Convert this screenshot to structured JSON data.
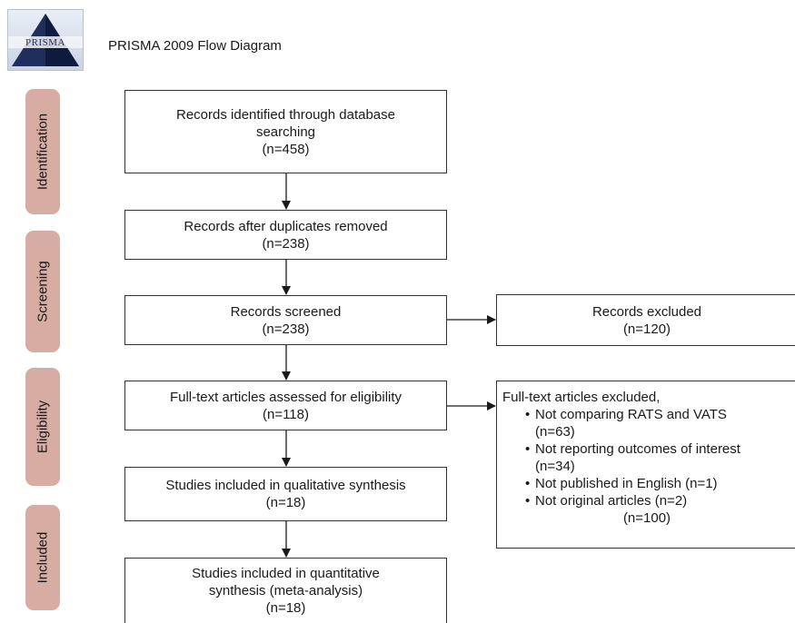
{
  "header": {
    "logo_text": "PRISMA",
    "title": "PRISMA 2009 Flow Diagram"
  },
  "phases": [
    {
      "label": "Identification"
    },
    {
      "label": "Screening"
    },
    {
      "label": "Eligibility"
    },
    {
      "label": "Included"
    }
  ],
  "flow": {
    "identified": {
      "line1": "Records identified through database",
      "line2": "searching",
      "count": "(n=458)"
    },
    "deduplicated": {
      "line1": "Records after duplicates removed",
      "count": "(n=238)"
    },
    "screened": {
      "line1": "Records screened",
      "count": "(n=238)"
    },
    "excluded": {
      "line1": "Records excluded",
      "count": "(n=120)"
    },
    "fulltext": {
      "line1": "Full-text articles assessed for eligibility",
      "count": "(n=118)"
    },
    "fulltext_excluded": {
      "heading": "Full-text articles excluded,",
      "reasons": [
        {
          "text": "Not comparing RATS and VATS",
          "count": "(n=63)"
        },
        {
          "text": "Not reporting outcomes of interest",
          "count": "(n=34)"
        },
        {
          "text": "Not published in English (n=1)"
        },
        {
          "text": "Not original articles (n=2)"
        }
      ],
      "total": "(n=100)"
    },
    "qualitative": {
      "line1": "Studies included in qualitative synthesis",
      "count": "(n=18)"
    },
    "quantitative": {
      "line1": "Studies included in quantitative",
      "line2": "synthesis (meta-analysis)",
      "count": "(n=18)"
    }
  },
  "colors": {
    "phase_tab": "#d7aca3",
    "box_border": "#333333",
    "logo_navy": "#1f2e5c"
  },
  "icons": {
    "logo": "prisma-triangle-logo"
  }
}
